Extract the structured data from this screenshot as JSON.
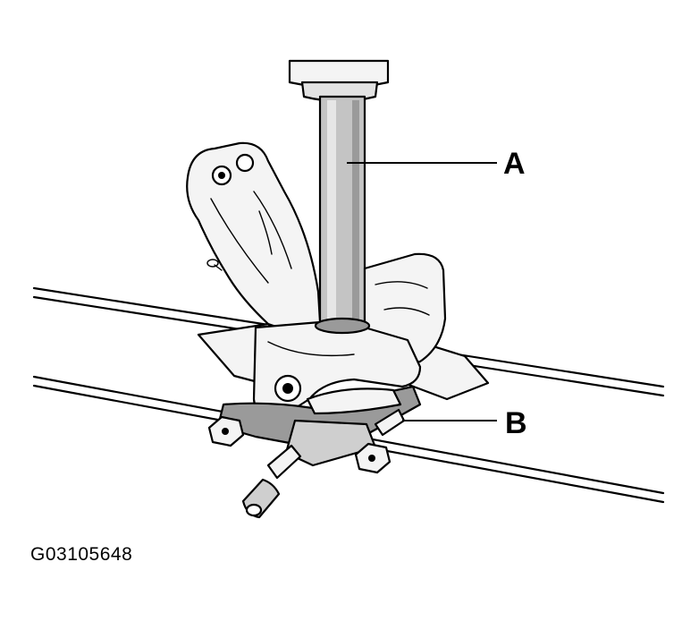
{
  "callouts": {
    "a": "A",
    "b": "B"
  },
  "figure_id": "G03105648",
  "colors": {
    "outline": "#000000",
    "fill_light": "#f4f4f4",
    "fill_mid": "#cfcfcf",
    "fill_dark": "#9a9a9a",
    "shaft": "#c4c4c4"
  }
}
